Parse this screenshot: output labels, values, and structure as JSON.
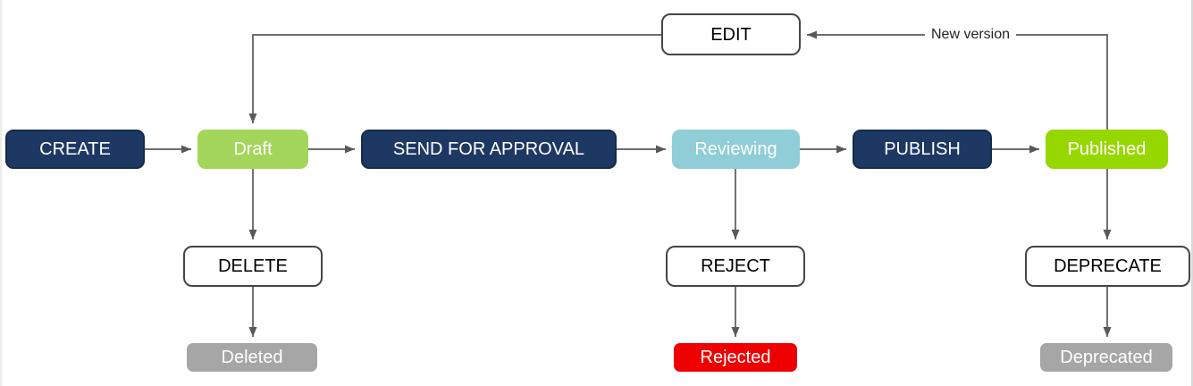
{
  "diagram": {
    "kind": "flowchart",
    "canvas_background": "#FFFFFF"
  },
  "nodes": {
    "create": {
      "label": "CREATE",
      "role": "action",
      "fill": "#1E3864",
      "text_color": "#FFFFFF"
    },
    "draft": {
      "label": "Draft",
      "role": "state",
      "fill": "#A3D65A",
      "text_color": "#FFFFFF"
    },
    "send_for_approval": {
      "label": "SEND FOR APPROVAL",
      "role": "action",
      "fill": "#1E3864",
      "text_color": "#FFFFFF"
    },
    "reviewing": {
      "label": "Reviewing",
      "role": "state",
      "fill": "#8FCDD7",
      "text_color": "#FFFFFF"
    },
    "publish": {
      "label": "PUBLISH",
      "role": "action",
      "fill": "#1E3864",
      "text_color": "#FFFFFF"
    },
    "published": {
      "label": "Published",
      "role": "state",
      "fill": "#97D700",
      "text_color": "#FFFFFF"
    },
    "edit": {
      "label": "EDIT",
      "role": "action",
      "fill": "#FFFFFF",
      "text_color": "#000000",
      "stroke": "#454545"
    },
    "delete": {
      "label": "DELETE",
      "role": "action",
      "fill": "#FFFFFF",
      "text_color": "#000000",
      "stroke": "#454545"
    },
    "reject": {
      "label": "REJECT",
      "role": "action",
      "fill": "#FFFFFF",
      "text_color": "#000000",
      "stroke": "#454545"
    },
    "deprecate": {
      "label": "DEPRECATE",
      "role": "action",
      "fill": "#FFFFFF",
      "text_color": "#000000",
      "stroke": "#454545"
    },
    "deleted": {
      "label": "Deleted",
      "role": "state",
      "fill": "#A6A6A6",
      "text_color": "#FFFFFF"
    },
    "rejected": {
      "label": "Rejected",
      "role": "state",
      "fill": "#EE0000",
      "text_color": "#FFFFFF"
    },
    "deprecated": {
      "label": "Deprecated",
      "role": "state",
      "fill": "#A6A6A6",
      "text_color": "#FFFFFF"
    }
  },
  "edges": {
    "new_version": {
      "label": "New version",
      "from": "published",
      "to": "edit"
    },
    "list": [
      {
        "from": "create",
        "to": "draft"
      },
      {
        "from": "draft",
        "to": "send_for_approval"
      },
      {
        "from": "send_for_approval",
        "to": "reviewing"
      },
      {
        "from": "reviewing",
        "to": "publish"
      },
      {
        "from": "publish",
        "to": "published"
      },
      {
        "from": "edit",
        "to": "draft"
      },
      {
        "from": "published",
        "to": "edit",
        "label": "New version"
      },
      {
        "from": "published",
        "to": "deprecate"
      },
      {
        "from": "draft",
        "to": "delete"
      },
      {
        "from": "reviewing",
        "to": "reject"
      },
      {
        "from": "delete",
        "to": "deleted"
      },
      {
        "from": "reject",
        "to": "rejected"
      },
      {
        "from": "deprecate",
        "to": "deprecated"
      }
    ],
    "connector_color": "#595959"
  }
}
